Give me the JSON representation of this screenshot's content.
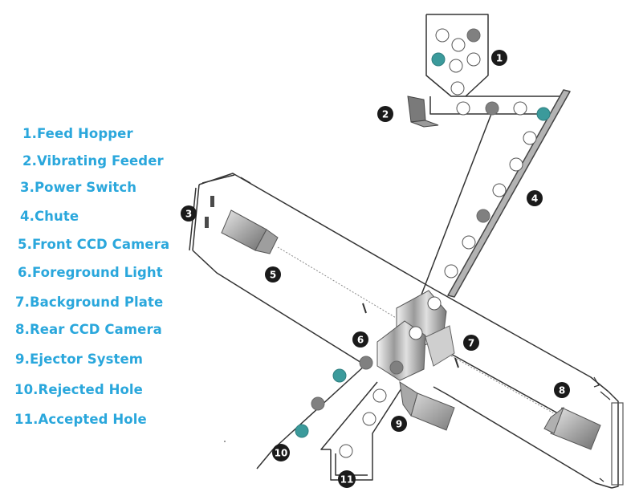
{
  "legend": {
    "items": [
      "1.Feed Hopper",
      "2.Vibrating Feeder",
      "3.Power Switch",
      "4.Chute",
      "5.Front CCD Camera",
      "6.Foreground Light",
      "7.Background Plate",
      "8.Rear CCD Camera",
      "9.Ejector System",
      "10.Rejected Hole",
      "11.Accepted Hole"
    ]
  },
  "callouts": [
    "1",
    "2",
    "3",
    "4",
    "5",
    "6",
    "7",
    "8",
    "9",
    "10",
    "11"
  ],
  "colors": {
    "legend_text": "#2aa7dc",
    "outline": "#333333",
    "callout_fill": "#1a1a1a",
    "particle_teal": "#3b9a9b",
    "particle_gray": "#808080",
    "particle_empty": "#ffffff",
    "light_gray": "#c8c8c8"
  },
  "icons": {
    "camera": "ccd-camera-icon",
    "light": "foreground-light-icon",
    "ejector": "ejector-icon",
    "switch": "power-switch-icon",
    "feeder": "vibrating-feeder-icon"
  }
}
